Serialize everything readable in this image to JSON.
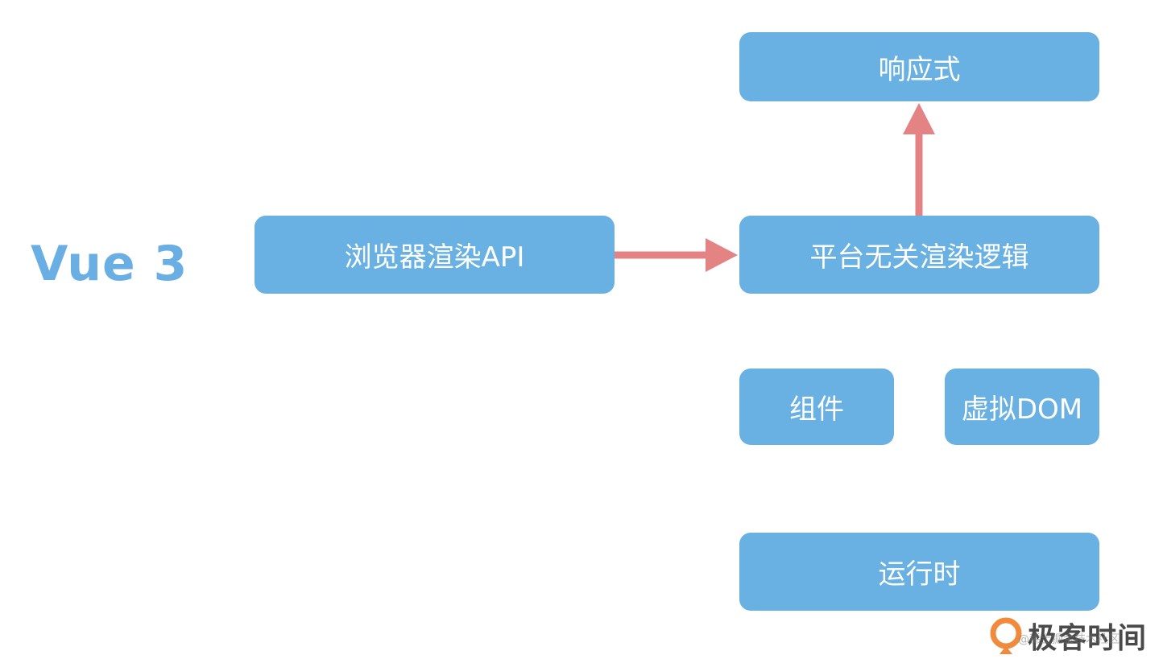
{
  "title": "Vue 3",
  "boxes": {
    "reactive": "响应式",
    "browser_api": "浏览器渲染API",
    "platform_logic": "平台无关渲染逻辑",
    "component": "组件",
    "vdom": "虚拟DOM",
    "runtime": "运行时"
  },
  "watermark": {
    "brand": "极客时间",
    "sub": "@稀土掘金技术社区"
  },
  "colors": {
    "box": "#69b0e3",
    "arrow": "#e48383",
    "title": "#6aafe3"
  }
}
